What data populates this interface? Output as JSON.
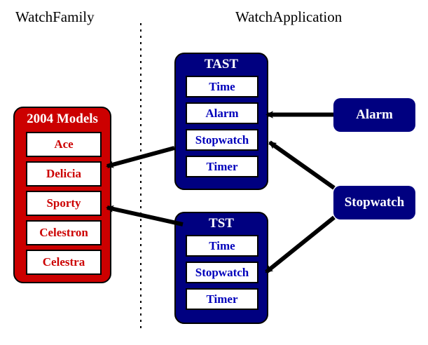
{
  "titles": {
    "left": "WatchFamily",
    "right": "WatchApplication"
  },
  "colors": {
    "family_fill": "#cc0000",
    "family_text": "#cc0000",
    "application_fill": "#000080",
    "application_text": "#0000bb",
    "outline": "#000000",
    "title_text": "#ffffff",
    "arrow": "#000000",
    "background": "#ffffff"
  },
  "family_group": {
    "title": "2004 Models",
    "items": [
      {
        "label": "Ace"
      },
      {
        "label": "Delicia"
      },
      {
        "label": "Sporty"
      },
      {
        "label": "Celestron"
      },
      {
        "label": "Celestra"
      }
    ]
  },
  "application_groups": [
    {
      "id": "tast",
      "title": "TAST",
      "items": [
        {
          "label": "Time"
        },
        {
          "label": "Alarm"
        },
        {
          "label": "Stopwatch"
        },
        {
          "label": "Timer"
        }
      ]
    },
    {
      "id": "tst",
      "title": "TST",
      "items": [
        {
          "label": "Time"
        },
        {
          "label": "Stopwatch"
        },
        {
          "label": "Timer"
        }
      ]
    }
  ],
  "services": [
    {
      "id": "alarm",
      "label": "Alarm"
    },
    {
      "id": "stopwatch",
      "label": "Stopwatch"
    }
  ],
  "connections": [
    {
      "from": "alarm-service",
      "to": "tast-alarm",
      "style": "solid-arrow"
    },
    {
      "from": "stopwatch-service",
      "to": "tast-stopwatch",
      "style": "solid-arrow"
    },
    {
      "from": "stopwatch-service",
      "to": "tst-stopwatch",
      "style": "solid-arrow"
    },
    {
      "from": "tast-stopwatch",
      "to": "family-delicia",
      "style": "solid-arrow"
    },
    {
      "from": "tst-group",
      "to": "family-sporty",
      "style": "solid-arrow"
    }
  ],
  "divider": {
    "style": "dotted-vertical"
  }
}
